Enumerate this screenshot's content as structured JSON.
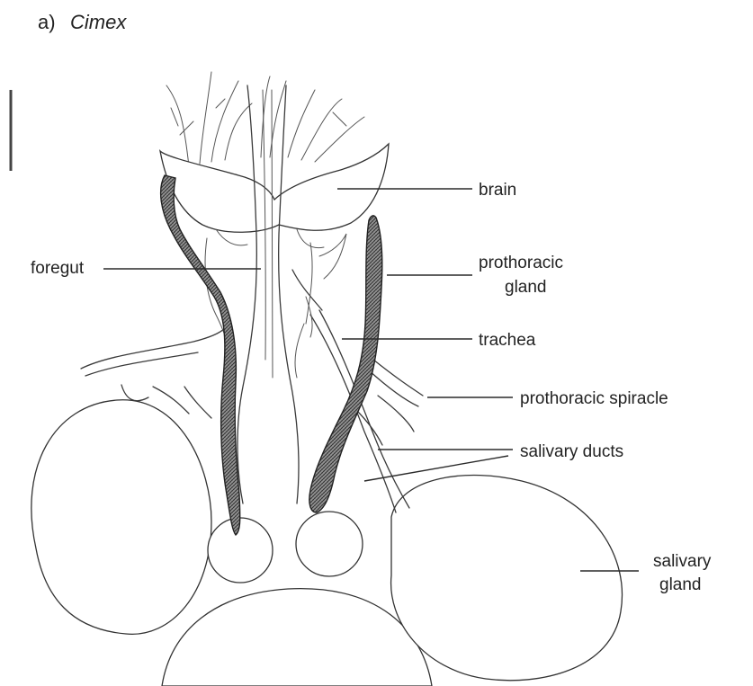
{
  "figure": {
    "panel_letter": "a)",
    "panel_title": "Cimex"
  },
  "labels": {
    "brain": "brain",
    "foregut": "foregut",
    "prothoracic_gland_line1": "prothoracic",
    "prothoracic_gland_line2": "gland",
    "trachea": "trachea",
    "prothoracic_spiracle": "prothoracic spiracle",
    "salivary_ducts": "salivary ducts",
    "salivary_gland_line1": "salivary",
    "salivary_gland_line2": "gland"
  }
}
